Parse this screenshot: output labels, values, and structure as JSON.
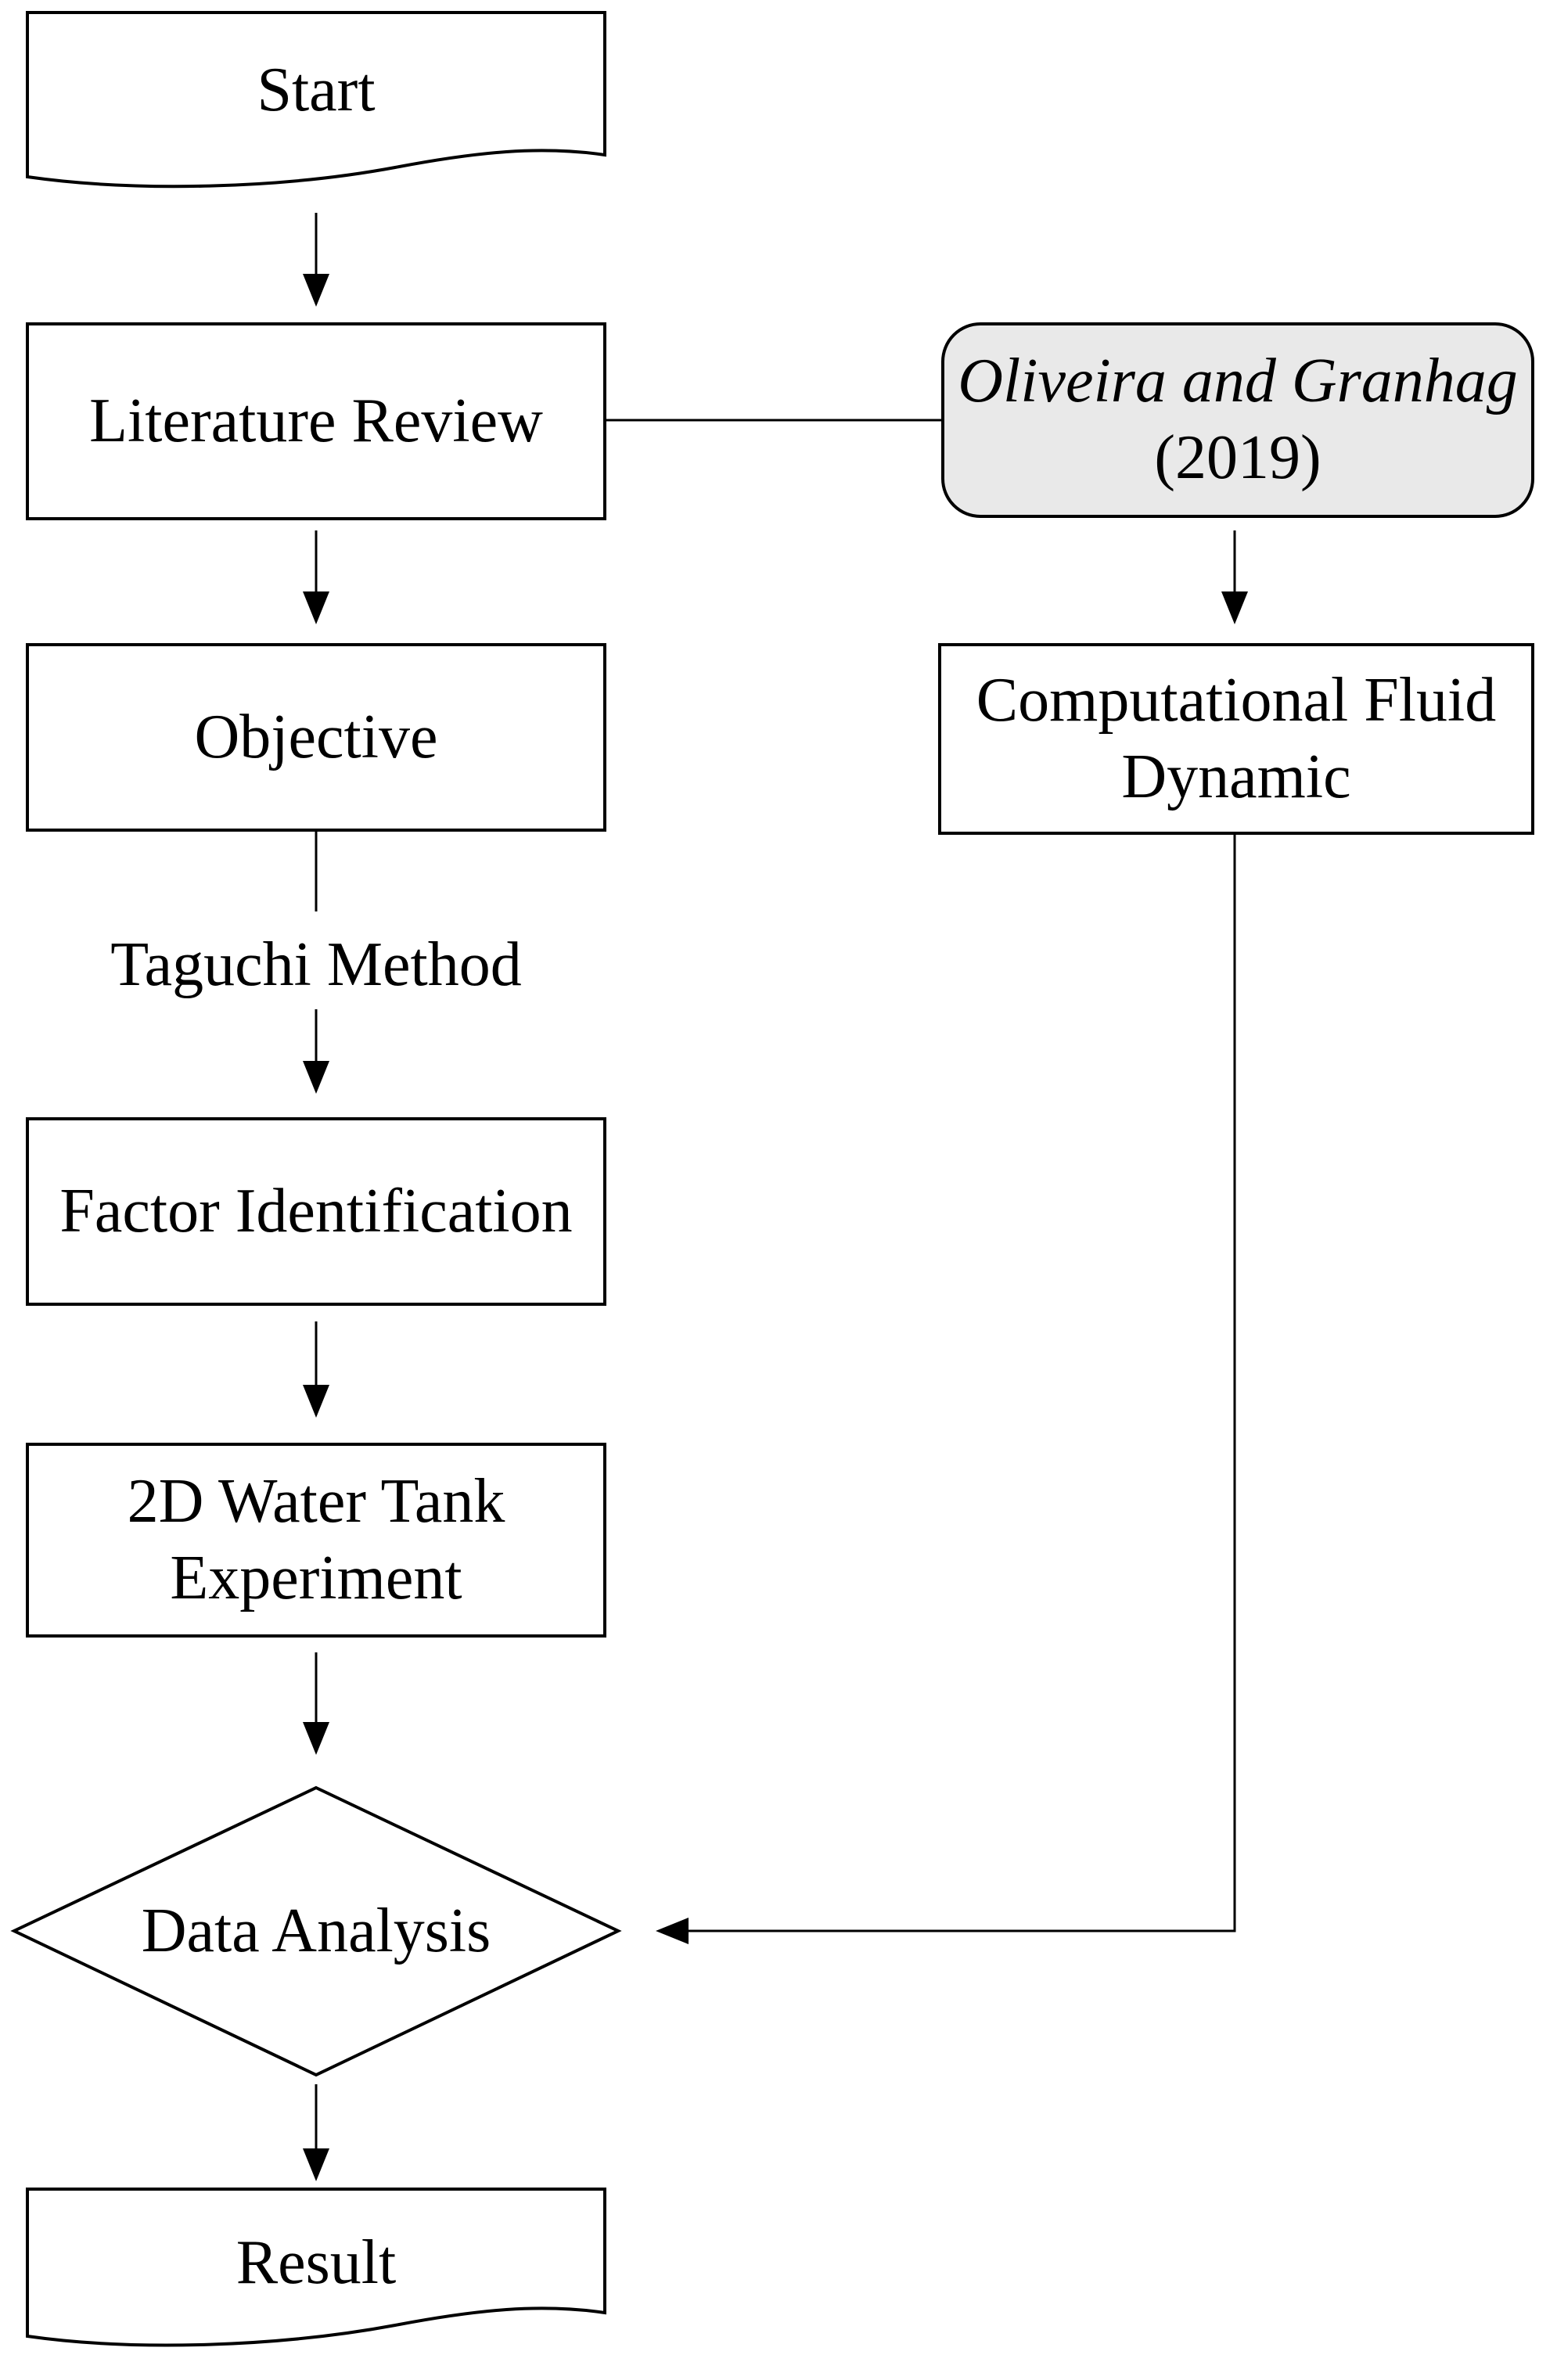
{
  "diagram": {
    "background_color": "#ffffff",
    "stroke_color": "#000000",
    "node_fill": "#ffffff",
    "reference_fill": "#e9e9e9",
    "nodes": {
      "start": {
        "label": "Start",
        "shape": "document"
      },
      "literature_review": {
        "label": "Literature Review",
        "shape": "rectangle"
      },
      "reference": {
        "line1": "Oliveira and Granhag",
        "line2": "(2019)",
        "shape": "rounded-rectangle"
      },
      "cfd": {
        "label": "Computational Fluid Dynamic",
        "shape": "rectangle"
      },
      "objective": {
        "label": "Objective",
        "shape": "rectangle"
      },
      "taguchi": {
        "label": "Taguchi Method",
        "shape": "plain-text"
      },
      "factor_identification": {
        "label": "Factor Identification",
        "shape": "rectangle"
      },
      "water_tank": {
        "label": "2D Water Tank Experiment",
        "shape": "rectangle"
      },
      "data_analysis": {
        "label": "Data Analysis",
        "shape": "diamond"
      },
      "result": {
        "label": "Result",
        "shape": "document"
      }
    }
  }
}
